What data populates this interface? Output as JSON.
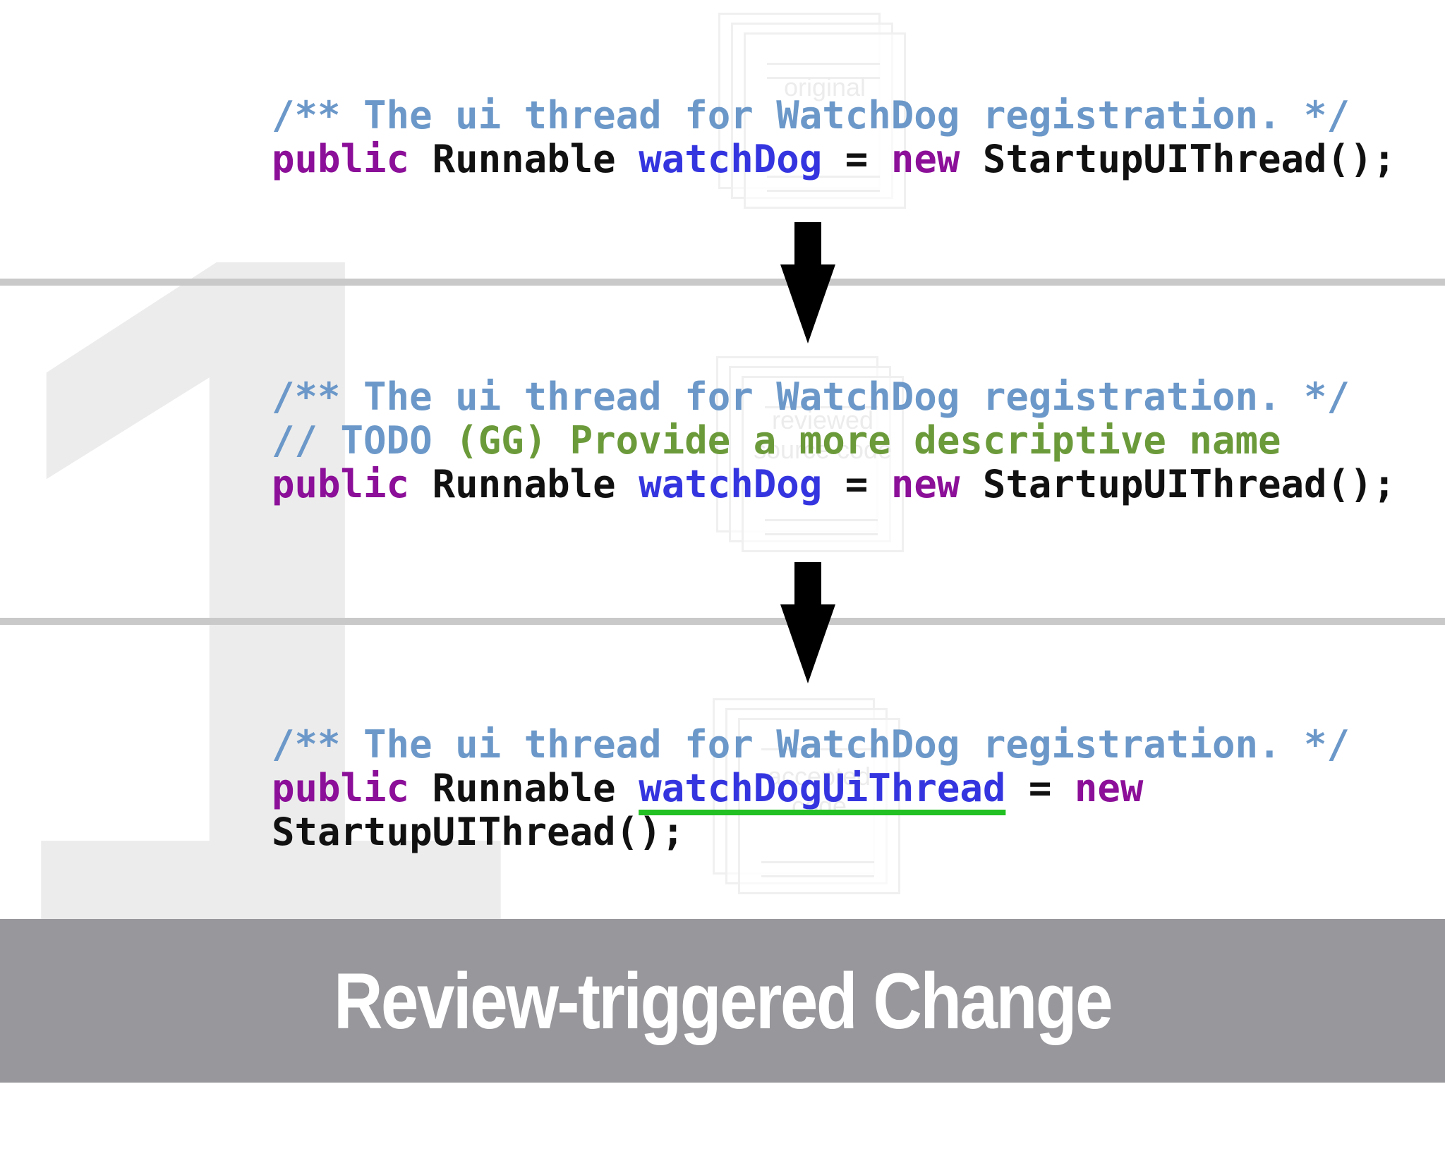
{
  "background_number": "1",
  "stages": [
    {
      "doc_label": "original",
      "lines": [
        [
          {
            "t": "/** The ui thread for WatchDog registration. */",
            "c": "comment"
          }
        ],
        [
          {
            "t": "public",
            "c": "kw"
          },
          {
            "t": " Runnable ",
            "c": "plain"
          },
          {
            "t": "watchDog",
            "c": "id"
          },
          {
            "t": " = ",
            "c": "plain"
          },
          {
            "t": "new",
            "c": "kw"
          },
          {
            "t": " StartupUIThread();",
            "c": "plain"
          }
        ]
      ]
    },
    {
      "doc_label": "reviewed source code",
      "lines": [
        [
          {
            "t": "/** The ui thread for WatchDog registration. */",
            "c": "comment"
          }
        ],
        [
          {
            "t": "// TODO",
            "c": "comment"
          },
          {
            "t": " (GG) Provide a more descriptive name",
            "c": "todo"
          }
        ],
        [
          {
            "t": "public",
            "c": "kw"
          },
          {
            "t": " Runnable ",
            "c": "plain"
          },
          {
            "t": "watchDog",
            "c": "id"
          },
          {
            "t": " = ",
            "c": "plain"
          },
          {
            "t": "new",
            "c": "kw"
          },
          {
            "t": " StartupUIThread();",
            "c": "plain"
          }
        ]
      ]
    },
    {
      "doc_label": "accepted code",
      "lines": [
        [
          {
            "t": "/** The ui thread for WatchDog registration. */",
            "c": "comment"
          }
        ],
        [
          {
            "t": "public",
            "c": "kw"
          },
          {
            "t": " Runnable ",
            "c": "plain"
          },
          {
            "t": "watchDogUiThread",
            "c": "id",
            "renamed": true
          },
          {
            "t": " = ",
            "c": "plain"
          },
          {
            "t": "new",
            "c": "kw"
          }
        ],
        [
          {
            "t": "StartupUIThread();",
            "c": "plain"
          }
        ]
      ]
    }
  ],
  "footer": {
    "title": "Review-triggered Change"
  },
  "colors": {
    "comment": "#6b98c9",
    "todo": "#6b9a3a",
    "keyword": "#8b0f98",
    "identifier": "#3535e0",
    "plain": "#111111",
    "underline": "#22c022",
    "footer_bg": "#98979b",
    "divider": "#c9c9c9"
  }
}
